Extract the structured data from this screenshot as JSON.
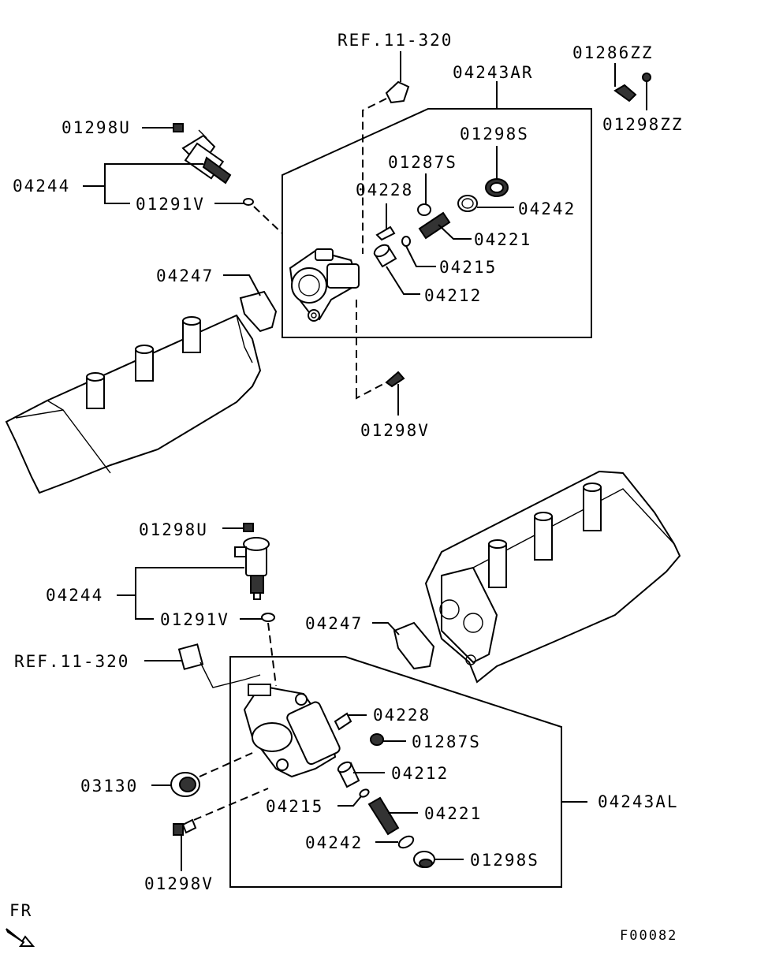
{
  "upper": {
    "ref_label": "REF.11-320",
    "assembly_label": "04243AR",
    "bolt_top_right_a": "01286ZZ",
    "bolt_top_right_b": "01298ZZ",
    "solenoid_bolt": "01298U",
    "solenoid": "04244",
    "solenoid_oring": "01291V",
    "gasket": "04247",
    "plug": "01298S",
    "filter": "01287S",
    "bolt_small": "04228",
    "oring": "04242",
    "spring": "04221",
    "oring_small": "04215",
    "valve": "04212",
    "bottom_bolt": "01298V"
  },
  "lower": {
    "solenoid_bolt": "01298U",
    "solenoid": "04244",
    "solenoid_oring": "01291V",
    "gasket": "04247",
    "ref_label": "REF.11-320",
    "bolt_small": "04228",
    "filter": "01287S",
    "seal": "03130",
    "valve": "04212",
    "oring_small": "04215",
    "spring": "04221",
    "assembly_label": "04243AL",
    "oring": "04242",
    "plug": "01298S",
    "bottom_bolt": "01298V"
  },
  "footer": {
    "direction": "FR",
    "figure_code": "F00082"
  }
}
